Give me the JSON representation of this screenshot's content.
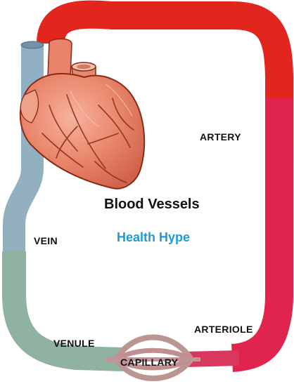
{
  "diagram": {
    "title": "Blood Vessels",
    "brand": "Health Hype",
    "labels": {
      "artery": "ARTERY",
      "vein": "VEIN",
      "arteriole": "ARTERIOLE",
      "venule": "VENULE",
      "capillary": "CAPILLARY"
    },
    "colors": {
      "artery": "#e02a1f",
      "artery_lower": "#e0244e",
      "vein": "#8fb0c4",
      "venule": "#8fb3a0",
      "capillary": "#c98a8a",
      "heart": "#e9836a",
      "heart_outline": "#8a2a16",
      "brand": "#1e9bd7"
    }
  }
}
